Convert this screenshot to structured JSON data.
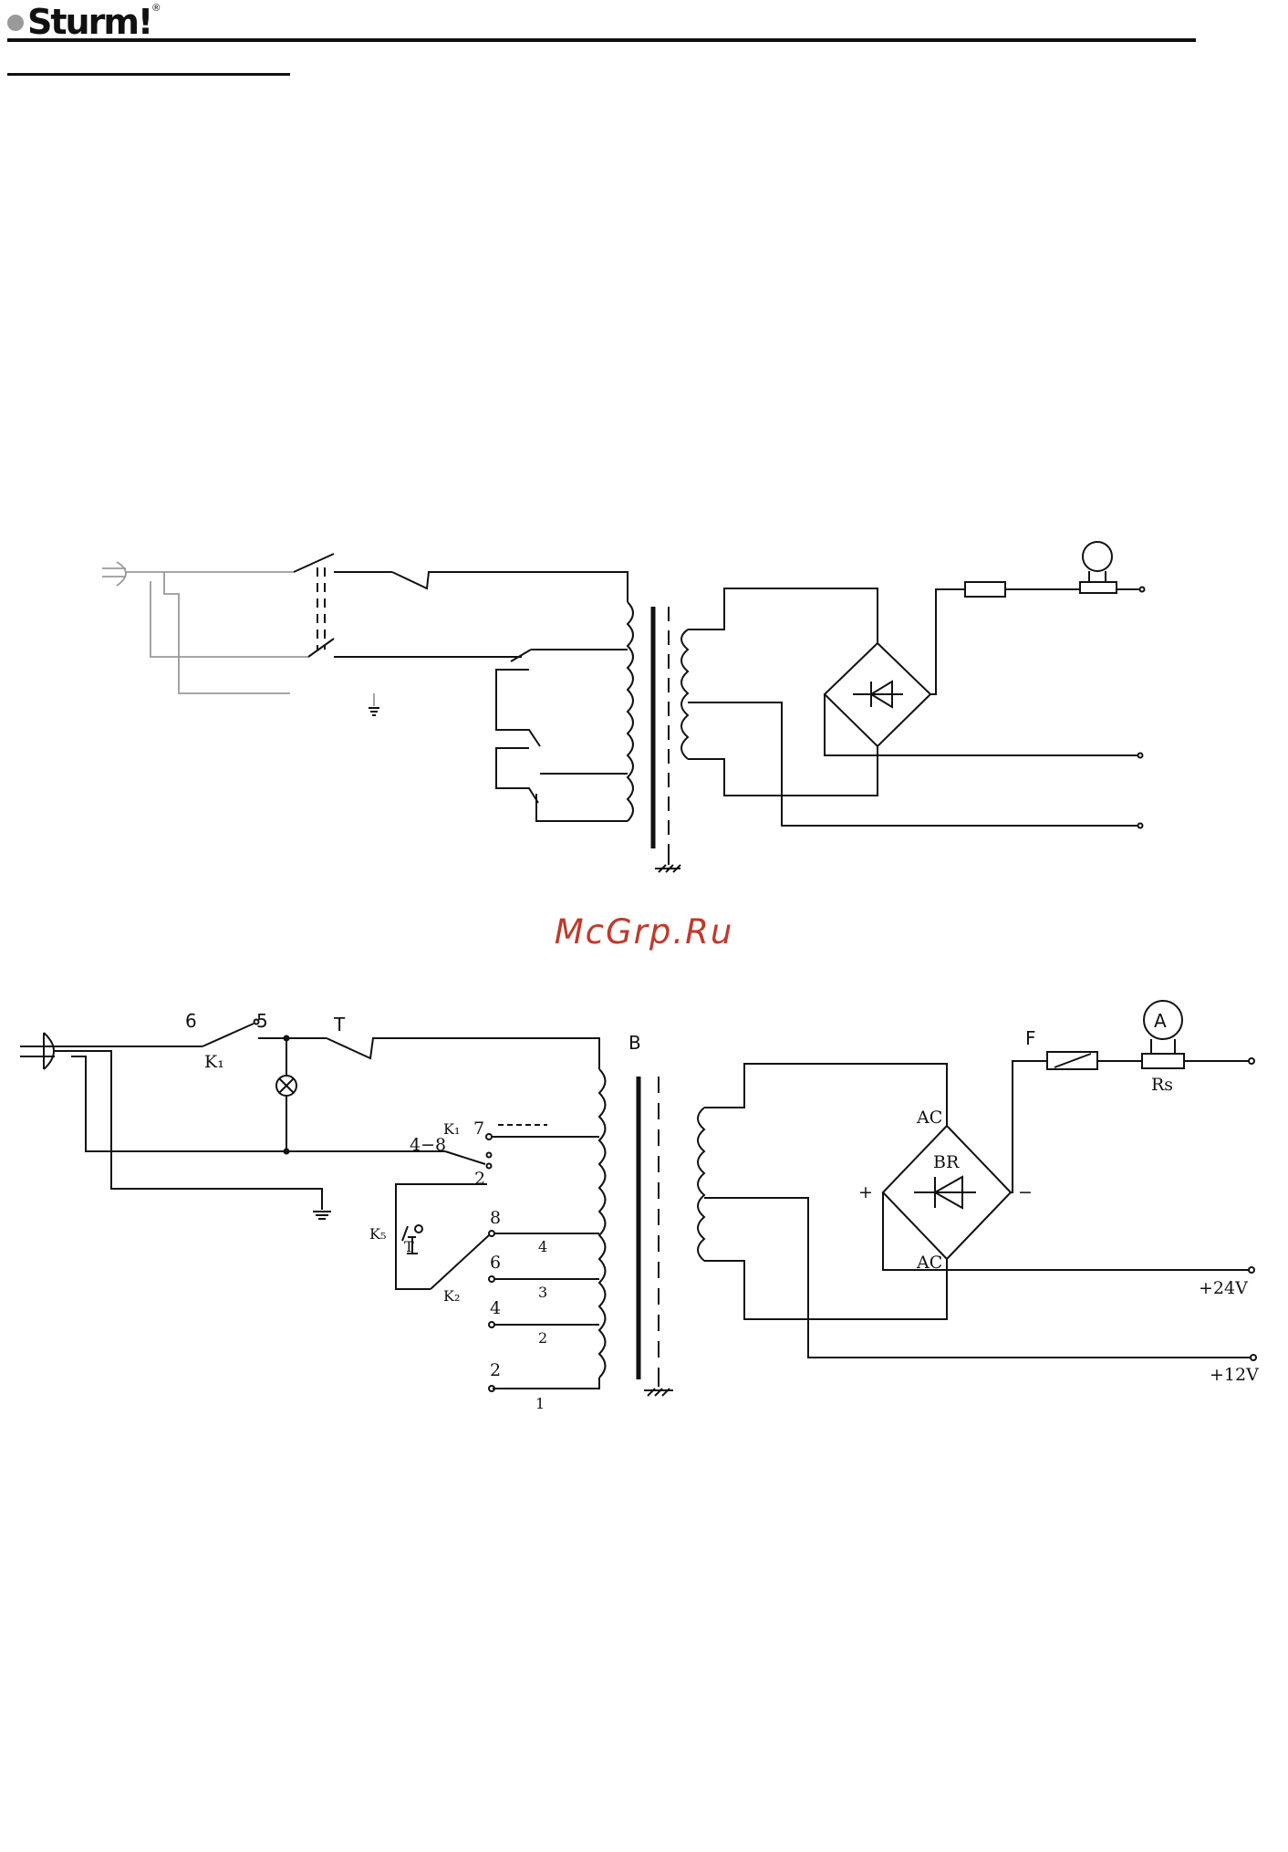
{
  "header": {
    "brand": "Sturm!",
    "registered_mark": "®"
  },
  "watermark": "McGrp.Ru",
  "schematic": {
    "labels": {
      "k1_pin_left": "6",
      "k1_pin_right": "5",
      "k1_name": "K₁",
      "thermostat": "T",
      "transformer": "B",
      "k1_lower_name": "K₁",
      "k1_lower_range": "4−8",
      "tap_7": "7",
      "tap_2_upper": "2",
      "k5_name": "K₅",
      "k5_t": "T",
      "k2_name": "K₂",
      "tap_8": "8",
      "tap_6": "6",
      "tap_4": "4",
      "tap_2": "2",
      "winding_4": "4",
      "winding_3": "3",
      "winding_2": "2",
      "winding_1": "1",
      "fuse": "F",
      "ammeter": "A",
      "shunt": "Rs",
      "ac_top": "AC",
      "bridge": "BR",
      "ac_bottom": "AC",
      "plus": "+",
      "minus": "−",
      "out_24v": "+24V",
      "out_12v": "+12V"
    }
  }
}
